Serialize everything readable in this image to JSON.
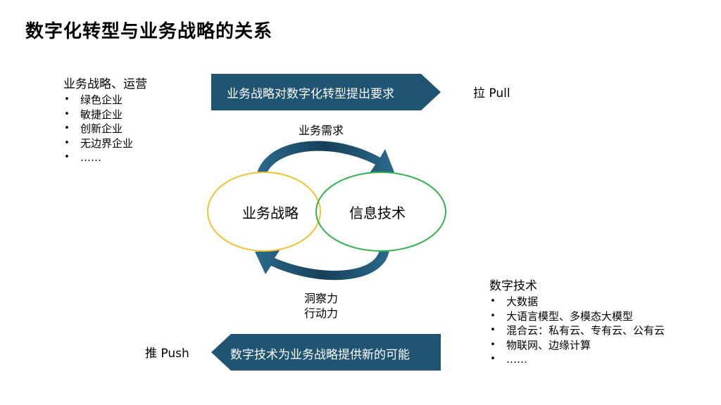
{
  "title": "数字化转型与业务战略的关系",
  "left_list": {
    "heading": "业务战略、运营",
    "items": [
      "绿色企业",
      "敏捷企业",
      "创新企业",
      "无边界企业",
      "……"
    ]
  },
  "right_list": {
    "heading": "数字技术",
    "items": [
      "大数据",
      "大语言模型、多模态大模型",
      "混合云：私有云、专有云、公有云",
      "物联网、边缘计算",
      "……"
    ]
  },
  "top_banner": "业务战略对数字化转型提出要求",
  "bottom_banner": "数字技术为业务战略提供新的可能",
  "pull_label": "拉 Pull",
  "push_label": "推 Push",
  "demand_label": "业务需求",
  "insight_label_1": "洞察力",
  "insight_label_2": "行动力",
  "circle_business": "业务战略",
  "circle_it": "信息技术",
  "colors": {
    "banner": "#1f5472",
    "circle_business": "#f2c12e",
    "circle_it": "#2fb34a"
  }
}
